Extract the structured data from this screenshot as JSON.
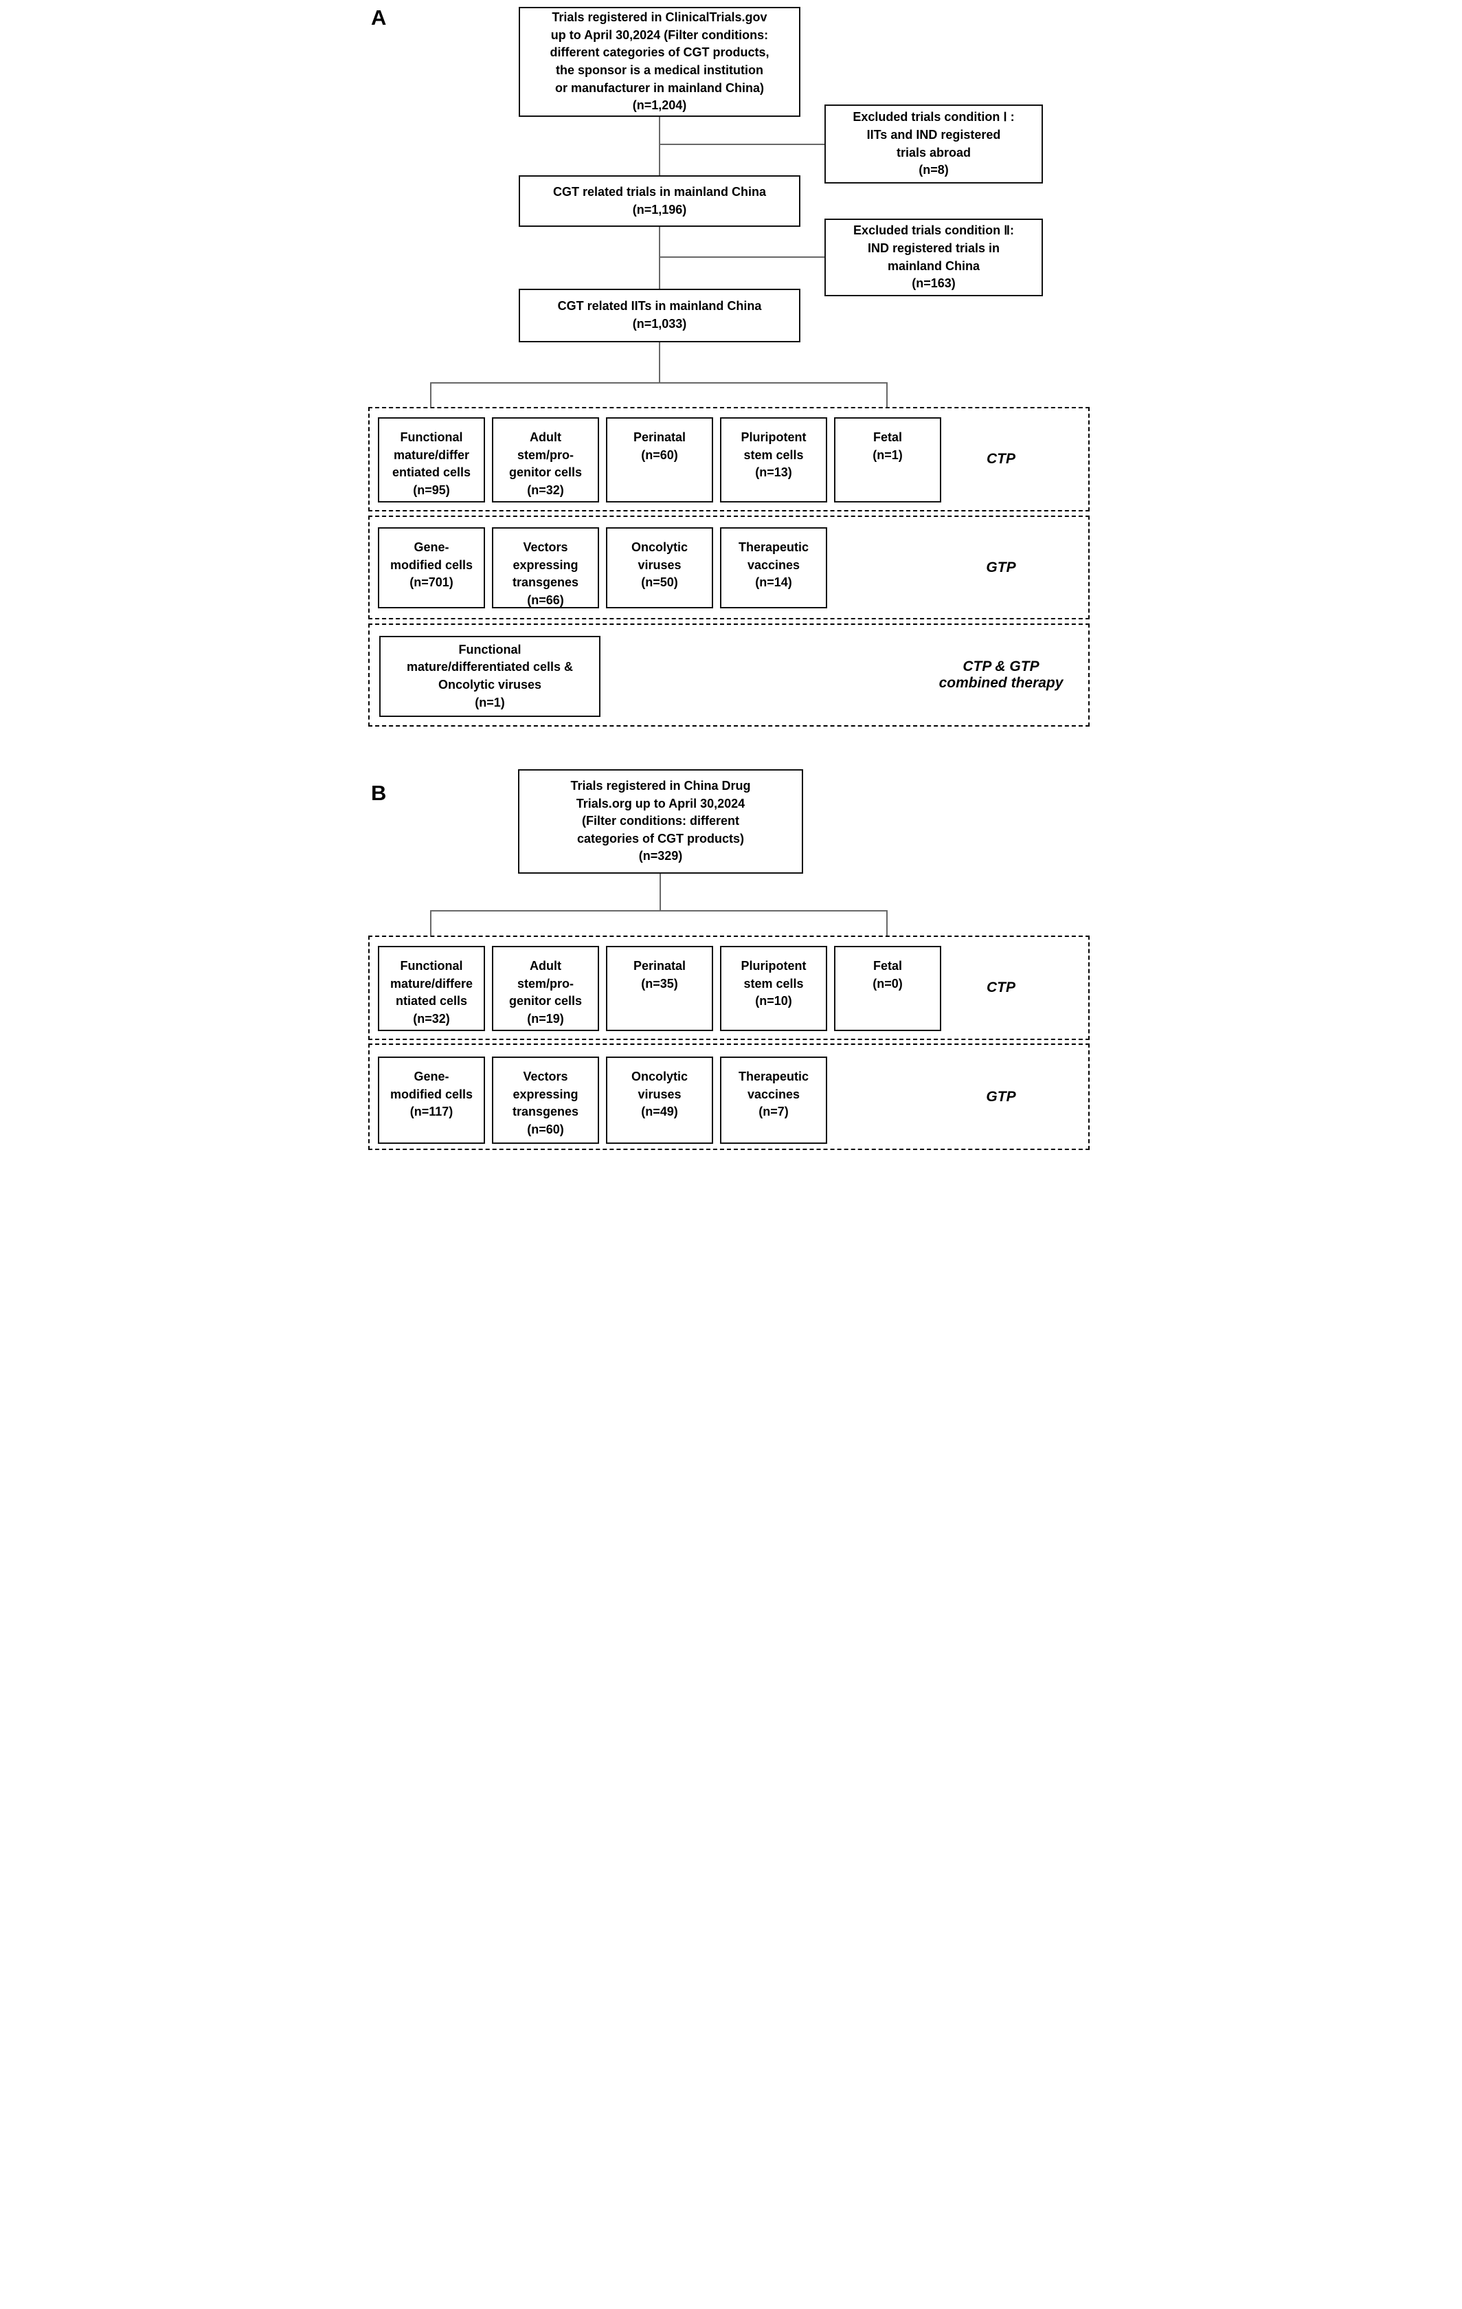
{
  "panel_a": {
    "label": "A",
    "top_box": "Trials registered in ClinicalTrials.gov\nup to April 30,2024 (Filter conditions:\ndifferent categories of CGT products,\nthe sponsor is a medical institution\nor manufacturer in mainland China)\n(n=1,204)",
    "excluded_1": "Excluded trials condition Ⅰ :\nIITs and IND registered\ntrials abroad\n(n=8)",
    "trials_cn": "CGT related trials in mainland China\n(n=1,196)",
    "excluded_2": "Excluded trials condition Ⅱ:\nIND registered trials in\nmainland China\n(n=163)",
    "iits_cn": "CGT related IITs in mainland China\n(n=1,033)",
    "ctp": {
      "label": "CTP",
      "boxes": [
        "Functional\nmature/differ\nentiated cells\n(n=95)",
        "Adult\nstem/pro-\ngenitor cells\n(n=32)",
        "Perinatal\n(n=60)",
        "Pluripotent\nstem cells\n(n=13)",
        "Fetal\n(n=1)"
      ]
    },
    "gtp": {
      "label": "GTP",
      "boxes": [
        "Gene-\nmodified cells\n(n=701)",
        "Vectors\nexpressing\ntransgenes\n(n=66)",
        "Oncolytic\nviruses\n(n=50)",
        "Therapeutic\nvaccines\n(n=14)"
      ]
    },
    "combined": {
      "label": "CTP & GTP\ncombined therapy",
      "box": "Functional\nmature/differentiated cells &\nOncolytic viruses\n(n=1)"
    }
  },
  "panel_b": {
    "label": "B",
    "top_box": "Trials registered in China Drug\nTrials.org up to April 30,2024\n(Filter conditions: different\ncategories of CGT products)\n(n=329)",
    "ctp": {
      "label": "CTP",
      "boxes": [
        "Functional\nmature/differe\nntiated cells\n(n=32)",
        "Adult\nstem/pro-\ngenitor cells\n(n=19)",
        "Perinatal\n(n=35)",
        "Pluripotent\nstem cells\n(n=10)",
        "Fetal\n(n=0)"
      ]
    },
    "gtp": {
      "label": "GTP",
      "boxes": [
        "Gene-\nmodified cells\n(n=117)",
        "Vectors\nexpressing\ntransgenes\n(n=60)",
        "Oncolytic\nviruses\n(n=49)",
        "Therapeutic\nvaccines\n(n=7)"
      ]
    }
  }
}
